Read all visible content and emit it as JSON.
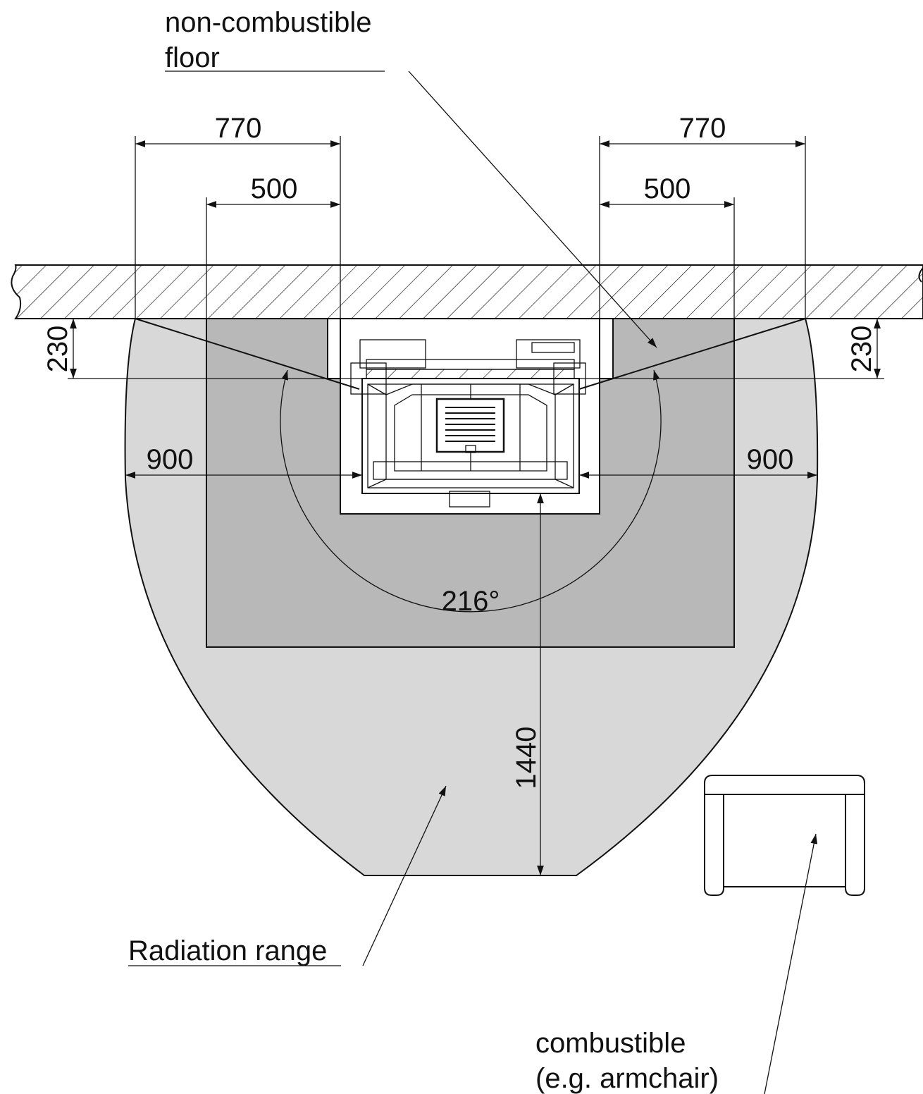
{
  "labels": {
    "floor_line1": "non-combustible",
    "floor_line2": "floor",
    "radiation": "Radiation range",
    "combustible_line1": "combustible",
    "combustible_line2": "(e.g.   armchair)"
  },
  "dimensions": {
    "left_outer": "770",
    "left_inner": "500",
    "right_outer": "770",
    "right_inner": "500",
    "left_depth": "230",
    "right_depth": "230",
    "left_side": "900",
    "right_side": "900",
    "front": "1440",
    "angle": "216°"
  },
  "colors": {
    "radiation_zone": "#d8d8d8",
    "floor_zone": "#b8b8b8",
    "line": "#111111"
  }
}
